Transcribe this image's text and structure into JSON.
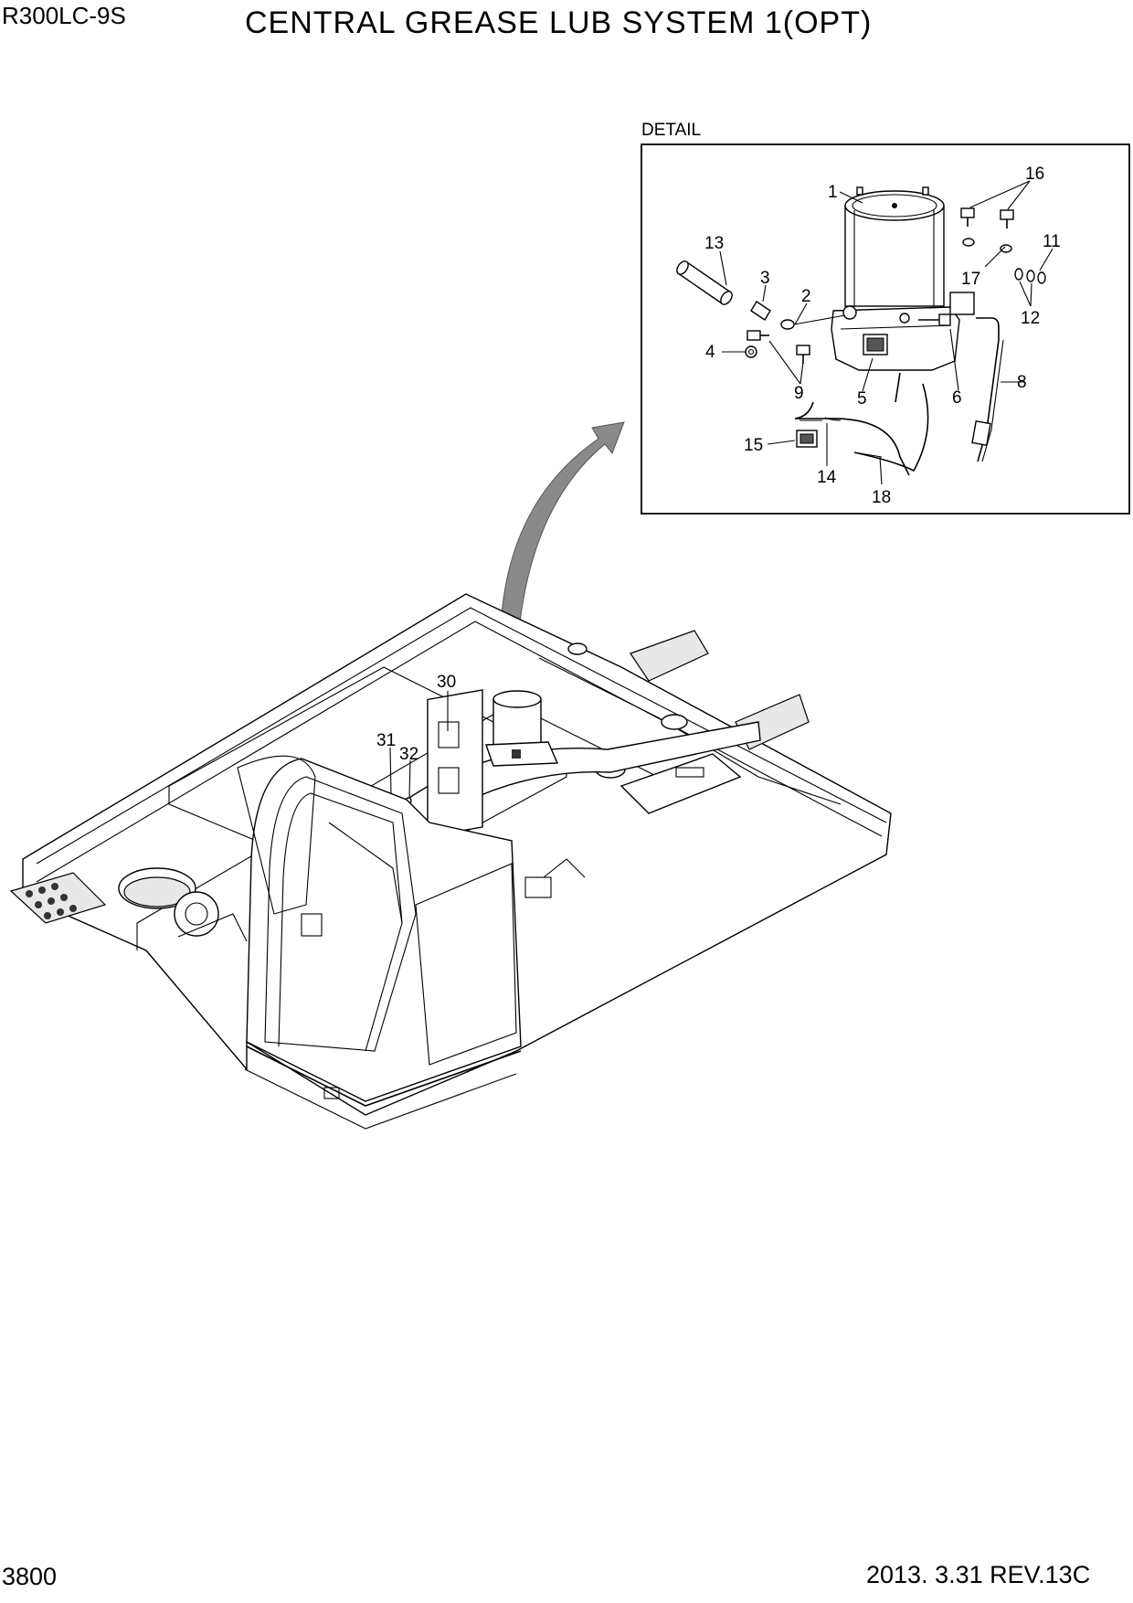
{
  "header": {
    "model": "R300LC-9S",
    "title": "CENTRAL GREASE LUB SYSTEM 1(OPT)"
  },
  "footer": {
    "page_number": "3800",
    "revision": "2013. 3.31  REV.13C"
  },
  "detail": {
    "label": "DETAIL"
  },
  "callouts": [
    {
      "id": "1",
      "label": "1"
    },
    {
      "id": "2",
      "label": "2"
    },
    {
      "id": "3",
      "label": "3"
    },
    {
      "id": "4",
      "label": "4"
    },
    {
      "id": "5",
      "label": "5"
    },
    {
      "id": "6",
      "label": "6"
    },
    {
      "id": "8",
      "label": "8"
    },
    {
      "id": "9",
      "label": "9"
    },
    {
      "id": "11",
      "label": "11"
    },
    {
      "id": "12",
      "label": "12"
    },
    {
      "id": "13",
      "label": "13"
    },
    {
      "id": "14",
      "label": "14"
    },
    {
      "id": "15",
      "label": "15"
    },
    {
      "id": "16",
      "label": "16"
    },
    {
      "id": "17",
      "label": "17"
    },
    {
      "id": "18",
      "label": "18"
    },
    {
      "id": "30",
      "label": "30"
    },
    {
      "id": "31",
      "label": "31"
    },
    {
      "id": "32",
      "label": "32"
    }
  ]
}
